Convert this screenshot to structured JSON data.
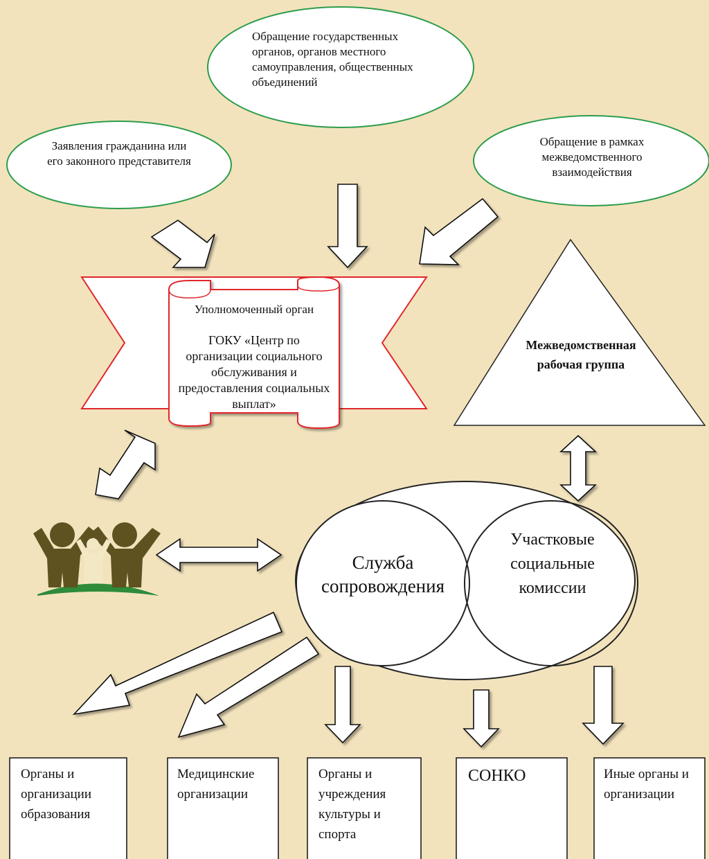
{
  "ovals": {
    "citizen": "Заявления гражданина или его законного представителя",
    "state_bodies": "Обращение государственных органов, органов местного самоуправления, общественных объединений",
    "interdepartmental": "Обращение в рамках межведомственного взаимодействия"
  },
  "authority": {
    "heading": "Уполномоченный орган",
    "name": "ГОКУ «Центр по организации социального обслуживания и предоставления социальных выплат»"
  },
  "working_group": "Межведомственная рабочая группа",
  "support_service": "Служба сопровождения",
  "district_commissions": "Участковые социальные комиссии",
  "organizations": [
    "Органы и организации образования",
    "Медицинские организации",
    "Органы и учреждения культуры и спорта",
    "СОНКО",
    "Иные органы и организации"
  ],
  "colors": {
    "background": "#f2e3bd",
    "oval_border": "#2c9c4b",
    "banner_border": "#e0262b",
    "family_figure": "#5e5320",
    "family_child": "#f3e8c4",
    "grass": "#2e8b3a"
  }
}
